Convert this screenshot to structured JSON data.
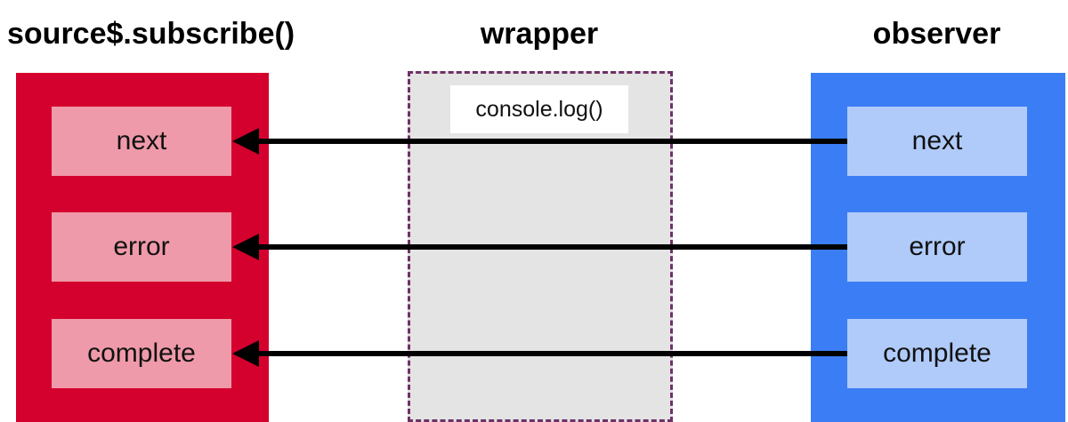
{
  "headings": {
    "source": "source$.subscribe()",
    "wrapper": "wrapper",
    "observer": "observer"
  },
  "source": {
    "items": [
      {
        "label": "next"
      },
      {
        "label": "error"
      },
      {
        "label": "complete"
      }
    ]
  },
  "wrapper": {
    "inner_label": "console.log()"
  },
  "observer": {
    "items": [
      {
        "label": "next"
      },
      {
        "label": "error"
      },
      {
        "label": "complete"
      }
    ]
  },
  "arrows": [
    {
      "from": "observer.next",
      "to": "source.next"
    },
    {
      "from": "observer.error",
      "to": "source.error"
    },
    {
      "from": "observer.complete",
      "to": "source.complete"
    }
  ],
  "colors": {
    "source_panel": "#d4002d",
    "source_item": "#ef9aaa",
    "observer_panel": "#3b7df4",
    "observer_item": "#b0cbfa",
    "wrapper_fill": "#e4e4e4",
    "wrapper_border": "#6e3167",
    "arrow": "#000000"
  }
}
